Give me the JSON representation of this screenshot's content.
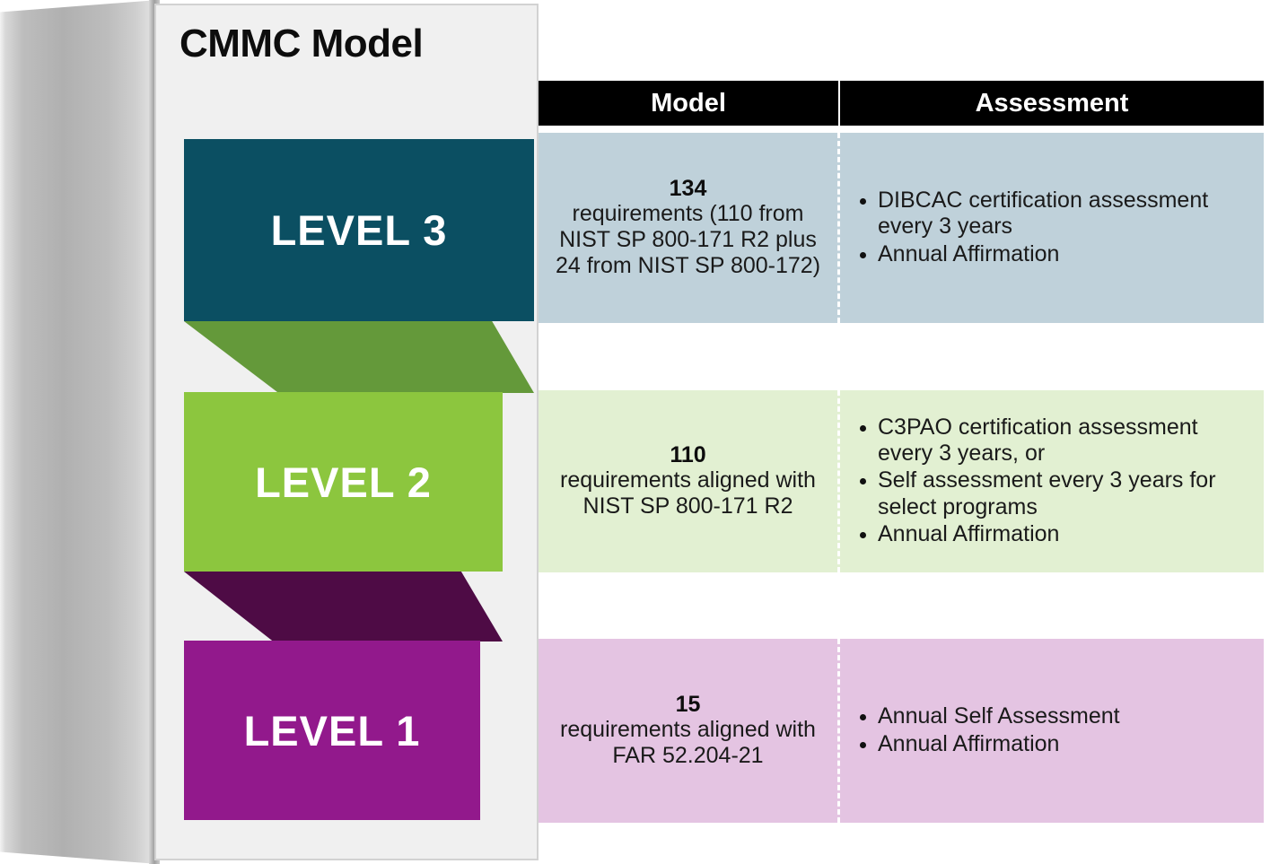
{
  "title": "CMMC Model",
  "colors": {
    "level3": "#0B4F62",
    "level3_tint": "#BFD1DA",
    "level2": "#8CC63E",
    "level2_tint": "#E2F0D2",
    "level2_connector": "#64993A",
    "level1": "#92198C",
    "level1_tint": "#E4C4E2",
    "level1_connector": "#4E0B45",
    "header_bg": "#000000",
    "header_text": "#FFFFFF",
    "card_bg": "#F0F0F0"
  },
  "header": {
    "model_label": "Model",
    "assessment_label": "Assessment"
  },
  "levels": [
    {
      "name": "LEVEL 3",
      "count": "134",
      "description": "requirements (110 from NIST SP 800-171 R2 plus 24 from NIST SP 800-172)",
      "assessment": [
        "DIBCAC certification assessment every 3 years",
        "Annual Affirmation"
      ]
    },
    {
      "name": "LEVEL 2",
      "count": "110",
      "description": "requirements aligned with NIST SP 800-171 R2",
      "assessment": [
        "C3PAO certification assessment every 3 years, or",
        "Self assessment every 3 years for select programs",
        "Annual Affirmation"
      ]
    },
    {
      "name": "LEVEL 1",
      "count": "15",
      "description": "requirements aligned with FAR 52.204-21",
      "assessment": [
        "Annual Self Assessment",
        "Annual Affirmation"
      ]
    }
  ]
}
